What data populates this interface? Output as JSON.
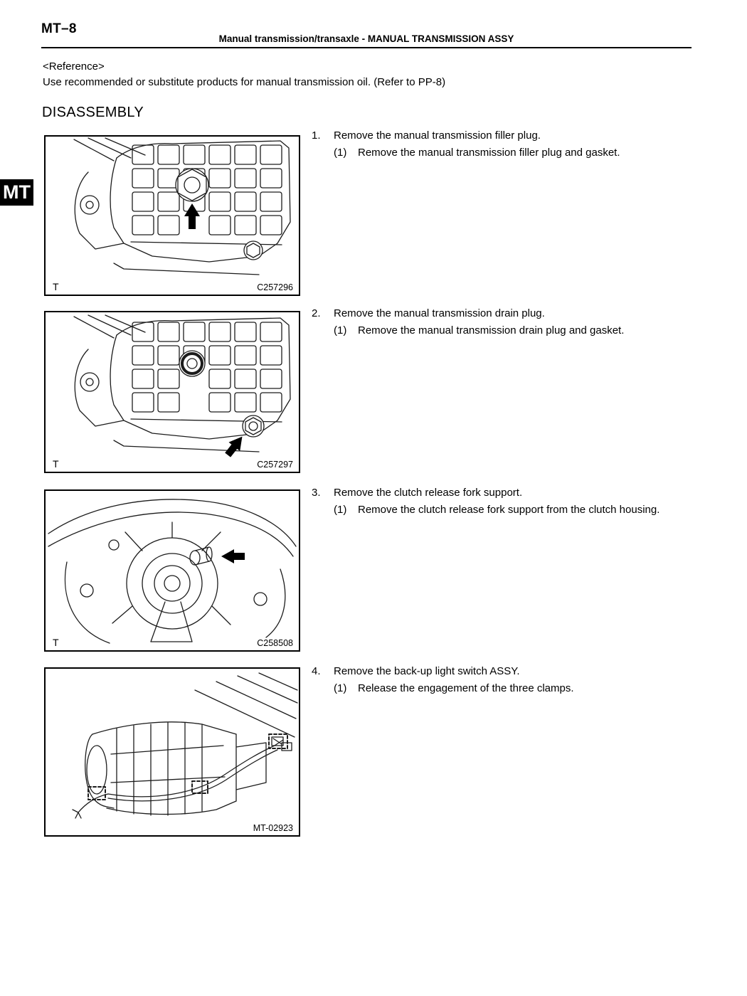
{
  "page": {
    "number": "MT–8",
    "header": "Manual transmission/transaxle  -  MANUAL TRANSMISSION ASSY",
    "side_tab": "MT",
    "reference_label": "<Reference>",
    "reference_text": "Use recommended or substitute products for manual transmission oil. (Refer to PP-8)",
    "section_title": "DISASSEMBLY"
  },
  "figures": [
    {
      "corner": "T",
      "code": "C257296"
    },
    {
      "corner": "T",
      "code": "C257297"
    },
    {
      "corner": "T",
      "code": "C258508"
    },
    {
      "corner": "",
      "code": "MT-02923"
    }
  ],
  "steps": [
    {
      "num": "1.",
      "text": "Remove the manual transmission filler plug.",
      "subs": [
        {
          "num": "(1)",
          "text": "Remove the manual transmission filler plug and gasket."
        }
      ]
    },
    {
      "num": "2.",
      "text": "Remove the manual transmission drain plug.",
      "subs": [
        {
          "num": "(1)",
          "text": "Remove the manual transmission drain plug and gasket."
        }
      ]
    },
    {
      "num": "3.",
      "text": "Remove the clutch release fork support.",
      "subs": [
        {
          "num": "(1)",
          "text": "Remove the clutch release fork support from the clutch housing."
        }
      ]
    },
    {
      "num": "4.",
      "text": "Remove the back-up light switch ASSY.",
      "subs": [
        {
          "num": "(1)",
          "text": "Release the engagement of the three clamps."
        }
      ]
    }
  ]
}
